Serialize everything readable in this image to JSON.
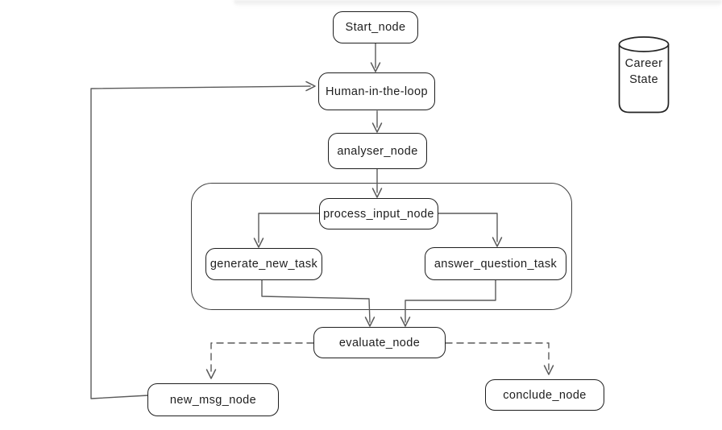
{
  "diagram": {
    "nodes": {
      "start": {
        "label": "Start_node"
      },
      "human_in_the_loop": {
        "label": "Human-in-the-loop"
      },
      "analyser": {
        "label": "analyser_node"
      },
      "process_input": {
        "label": "process_input_node"
      },
      "generate_new_task": {
        "label": "generate_new_task"
      },
      "answer_question_task": {
        "label": "answer_question_task"
      },
      "evaluate": {
        "label": "evaluate_node"
      },
      "new_msg": {
        "label": "new_msg_node"
      },
      "conclude": {
        "label": "conclude_node"
      }
    },
    "datastore": {
      "label_line1": "Career",
      "label_line2": "State"
    },
    "colors": {
      "node_border": "#1e1e1e",
      "edge": "#5a5a5a",
      "background": "#ffffff"
    }
  }
}
